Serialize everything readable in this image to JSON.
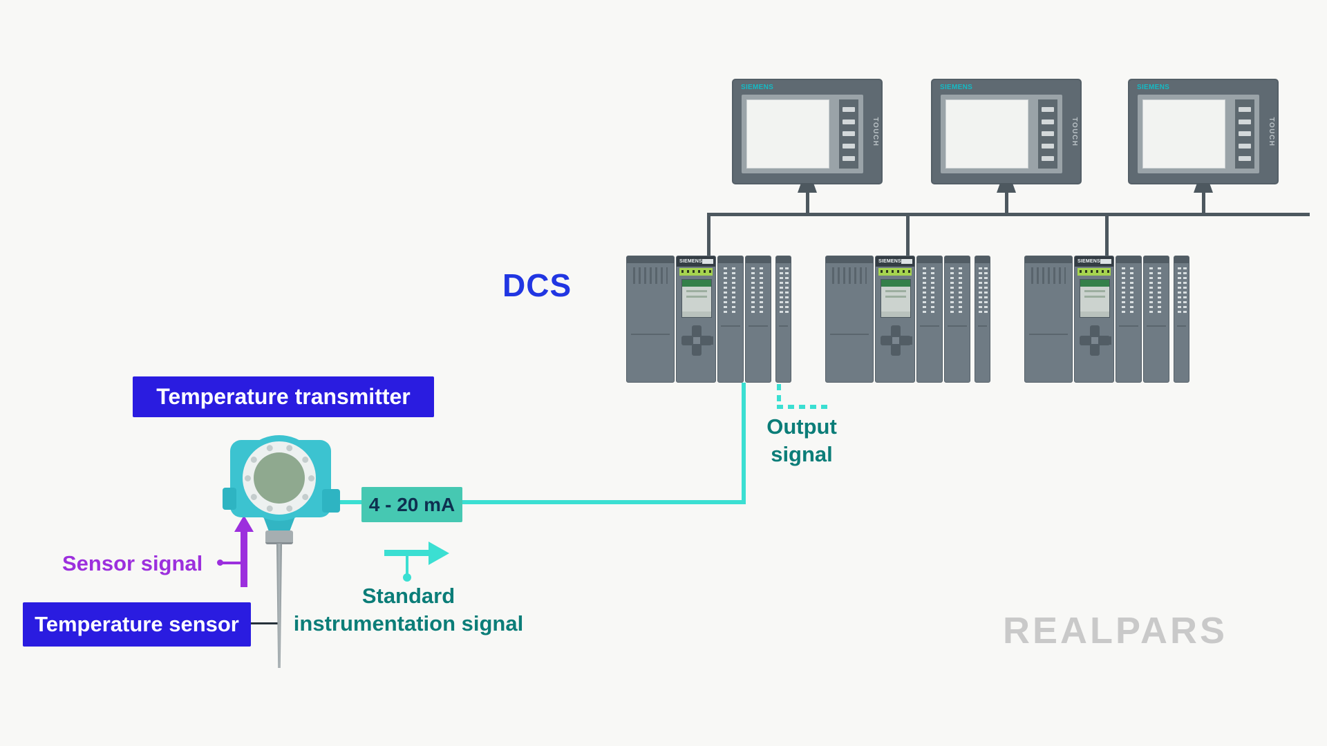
{
  "labels": {
    "dcs": "DCS",
    "transmitter_box": "Temperature transmitter",
    "sensor_box": "Temperature sensor",
    "sensor_signal": "Sensor signal",
    "signal_range": "4 - 20 mA",
    "output_line1": "Output",
    "output_line2": "signal",
    "std_line1": "Standard",
    "std_line2": "instrumentation signal",
    "brand_watermark": "REALPARS"
  },
  "devices": {
    "hmi_brand": "SIEMENS",
    "hmi_touch": "TOUCH",
    "plc_brand": "SIEMENS",
    "hmi_count": 3,
    "plc_count": 3
  },
  "colors": {
    "background": "#f8f8f6",
    "blue_label": "#2a1ce0",
    "dcs_blue": "#2136e2",
    "teal_wire": "#3bdfd2",
    "teal_box": "#46c8b2",
    "dark_teal_text": "#0b7d78",
    "purple": "#9c2fdd",
    "line_gray": "#4d585f",
    "device_gray": "#6f7b84",
    "logo_gray": "#c9c9c9"
  }
}
